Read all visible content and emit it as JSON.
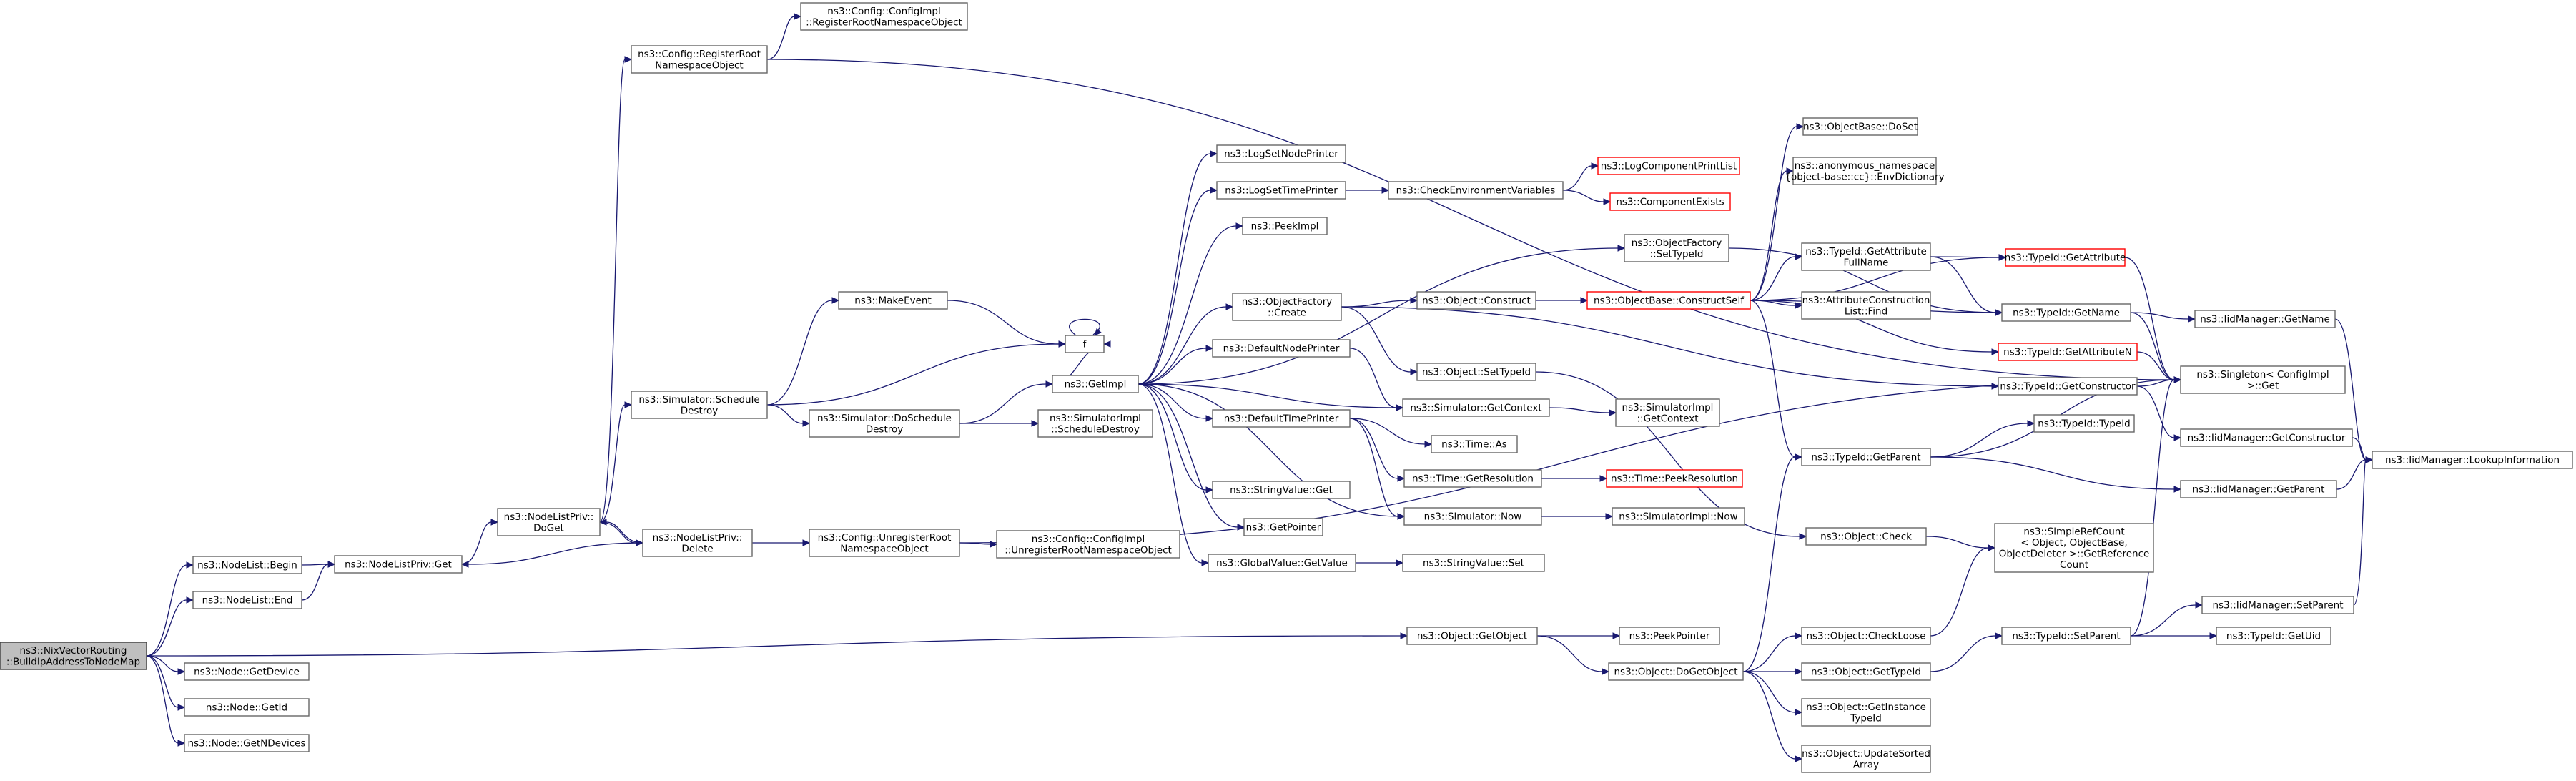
{
  "graph": {
    "nodes": [
      {
        "id": "root",
        "lines": [
          "ns3::NixVectorRouting",
          "::BuildIpAddressToNodeMap"
        ],
        "root": true
      },
      {
        "id": "nlbegin",
        "lines": [
          "ns3::NodeList::Begin"
        ]
      },
      {
        "id": "nlend",
        "lines": [
          "ns3::NodeList::End"
        ]
      },
      {
        "id": "nodegetdevice",
        "lines": [
          "ns3::Node::GetDevice"
        ]
      },
      {
        "id": "nodegetid",
        "lines": [
          "ns3::Node::GetId"
        ]
      },
      {
        "id": "nodegetndevices",
        "lines": [
          "ns3::Node::GetNDevices"
        ]
      },
      {
        "id": "nlpget",
        "lines": [
          "ns3::NodeListPriv::Get"
        ]
      },
      {
        "id": "nlpdoget",
        "lines": [
          "ns3::NodeListPriv::",
          "DoGet"
        ]
      },
      {
        "id": "nlpdelete",
        "lines": [
          "ns3::NodeListPriv::",
          "Delete"
        ]
      },
      {
        "id": "cfgregroot",
        "lines": [
          "ns3::Config::RegisterRoot",
          "NamespaceObject"
        ]
      },
      {
        "id": "cfgimplreg",
        "lines": [
          "ns3::Config::ConfigImpl",
          "::RegisterRootNamespaceObject"
        ]
      },
      {
        "id": "simschedestroy",
        "lines": [
          "ns3::Simulator::Schedule",
          "Destroy"
        ]
      },
      {
        "id": "makeevent",
        "lines": [
          "ns3::MakeEvent"
        ]
      },
      {
        "id": "simdoschedestroy",
        "lines": [
          "ns3::Simulator::DoSchedule",
          "Destroy"
        ]
      },
      {
        "id": "cfgunreg",
        "lines": [
          "ns3::Config::UnregisterRoot",
          "NamespaceObject"
        ]
      },
      {
        "id": "cfgimplunreg",
        "lines": [
          "ns3::Config::ConfigImpl",
          "::UnregisterRootNamespaceObject"
        ]
      },
      {
        "id": "f",
        "lines": [
          "f"
        ]
      },
      {
        "id": "getimpl",
        "lines": [
          "ns3::GetImpl"
        ]
      },
      {
        "id": "simimplschedestroy",
        "lines": [
          "ns3::SimulatorImpl",
          "::ScheduleDestroy"
        ]
      },
      {
        "id": "logsetnodeprinter",
        "lines": [
          "ns3::LogSetNodePrinter"
        ]
      },
      {
        "id": "logsettimeprinter",
        "lines": [
          "ns3::LogSetTimePrinter"
        ]
      },
      {
        "id": "peekimpl",
        "lines": [
          "ns3::PeekImpl"
        ]
      },
      {
        "id": "objfactcreate",
        "lines": [
          "ns3::ObjectFactory",
          "::Create"
        ]
      },
      {
        "id": "defnodeprinter",
        "lines": [
          "ns3::DefaultNodePrinter"
        ]
      },
      {
        "id": "deftimeprinter",
        "lines": [
          "ns3::DefaultTimePrinter"
        ]
      },
      {
        "id": "stringvalueget",
        "lines": [
          "ns3::StringValue::Get"
        ]
      },
      {
        "id": "getpointer",
        "lines": [
          "ns3::GetPointer"
        ]
      },
      {
        "id": "globalvaluegetvalue",
        "lines": [
          "ns3::GlobalValue::GetValue"
        ]
      },
      {
        "id": "checkenv",
        "lines": [
          "ns3::CheckEnvironmentVariables"
        ]
      },
      {
        "id": "logcompprintlist",
        "lines": [
          "ns3::LogComponentPrintList"
        ],
        "red": true
      },
      {
        "id": "compexists",
        "lines": [
          "ns3::ComponentExists"
        ],
        "red": true
      },
      {
        "id": "objfactsettypeid",
        "lines": [
          "ns3::ObjectFactory",
          "::SetTypeId"
        ]
      },
      {
        "id": "objconstruct",
        "lines": [
          "ns3::Object::Construct"
        ]
      },
      {
        "id": "objsettypeid",
        "lines": [
          "ns3::Object::SetTypeId"
        ]
      },
      {
        "id": "simgetcontext",
        "lines": [
          "ns3::Simulator::GetContext"
        ]
      },
      {
        "id": "timeas",
        "lines": [
          "ns3::Time::As"
        ]
      },
      {
        "id": "timegetres",
        "lines": [
          "ns3::Time::GetResolution"
        ]
      },
      {
        "id": "simnow",
        "lines": [
          "ns3::Simulator::Now"
        ]
      },
      {
        "id": "stringvalueset",
        "lines": [
          "ns3::StringValue::Set"
        ]
      },
      {
        "id": "objbaseconstructself",
        "lines": [
          "ns3::ObjectBase::ConstructSelf"
        ],
        "red": true
      },
      {
        "id": "simimplgetcontext",
        "lines": [
          "ns3::SimulatorImpl",
          "::GetContext"
        ]
      },
      {
        "id": "timepeekres",
        "lines": [
          "ns3::Time::PeekResolution"
        ],
        "red": true
      },
      {
        "id": "simimplnow",
        "lines": [
          "ns3::SimulatorImpl::Now"
        ]
      },
      {
        "id": "objbasedoset",
        "lines": [
          "ns3::ObjectBase::DoSet"
        ]
      },
      {
        "id": "anonenvdict",
        "lines": [
          "ns3::anonymous_namespace",
          "{object-base::cc}::EnvDictionary"
        ]
      },
      {
        "id": "typeidgetattrfullname",
        "lines": [
          "ns3::TypeId::GetAttribute",
          "FullName"
        ]
      },
      {
        "id": "attrconstrlistfind",
        "lines": [
          "ns3::AttributeConstruction",
          "List::Find"
        ]
      },
      {
        "id": "typeidgetparent",
        "lines": [
          "ns3::TypeId::GetParent"
        ]
      },
      {
        "id": "objcheck",
        "lines": [
          "ns3::Object::Check"
        ]
      },
      {
        "id": "typeidgetattr",
        "lines": [
          "ns3::TypeId::GetAttribute"
        ],
        "red": true
      },
      {
        "id": "typeidgetname",
        "lines": [
          "ns3::TypeId::GetName"
        ]
      },
      {
        "id": "typeidgetattrn",
        "lines": [
          "ns3::TypeId::GetAttributeN"
        ],
        "red": true
      },
      {
        "id": "typeidgetconstructor",
        "lines": [
          "ns3::TypeId::GetConstructor"
        ]
      },
      {
        "id": "typeidtypeid",
        "lines": [
          "ns3::TypeId::TypeId"
        ]
      },
      {
        "id": "simplerefcount",
        "lines": [
          "ns3::SimpleRefCount",
          "< Object, ObjectBase,",
          "ObjectDeleter >::GetReference",
          "Count"
        ]
      },
      {
        "id": "iidgetname",
        "lines": [
          "ns3::IidManager::GetName"
        ]
      },
      {
        "id": "singletonget",
        "lines": [
          "ns3::Singleton< ConfigImpl",
          " >::Get"
        ]
      },
      {
        "id": "iidgetconstructor",
        "lines": [
          "ns3::IidManager::GetConstructor"
        ]
      },
      {
        "id": "iidgetparent",
        "lines": [
          "ns3::IidManager::GetParent"
        ]
      },
      {
        "id": "iidlookup",
        "lines": [
          "ns3::IidManager::LookupInformation"
        ]
      },
      {
        "id": "iidsetparent",
        "lines": [
          "ns3::IidManager::SetParent"
        ]
      },
      {
        "id": "objgetobject",
        "lines": [
          "ns3::Object::GetObject"
        ]
      },
      {
        "id": "peekpointer",
        "lines": [
          "ns3::PeekPointer"
        ]
      },
      {
        "id": "objdogetobject",
        "lines": [
          "ns3::Object::DoGetObject"
        ]
      },
      {
        "id": "objcheckloose",
        "lines": [
          "ns3::Object::CheckLoose"
        ]
      },
      {
        "id": "objgettypeid",
        "lines": [
          "ns3::Object::GetTypeId"
        ]
      },
      {
        "id": "typeidsetparent",
        "lines": [
          "ns3::TypeId::SetParent"
        ]
      },
      {
        "id": "typeidgetuid",
        "lines": [
          "ns3::TypeId::GetUid"
        ]
      },
      {
        "id": "objgetinstancetypeid",
        "lines": [
          "ns3::Object::GetInstance",
          "TypeId"
        ]
      },
      {
        "id": "objupdatesortedarray",
        "lines": [
          "ns3::Object::UpdateSorted",
          "Array"
        ]
      }
    ]
  }
}
